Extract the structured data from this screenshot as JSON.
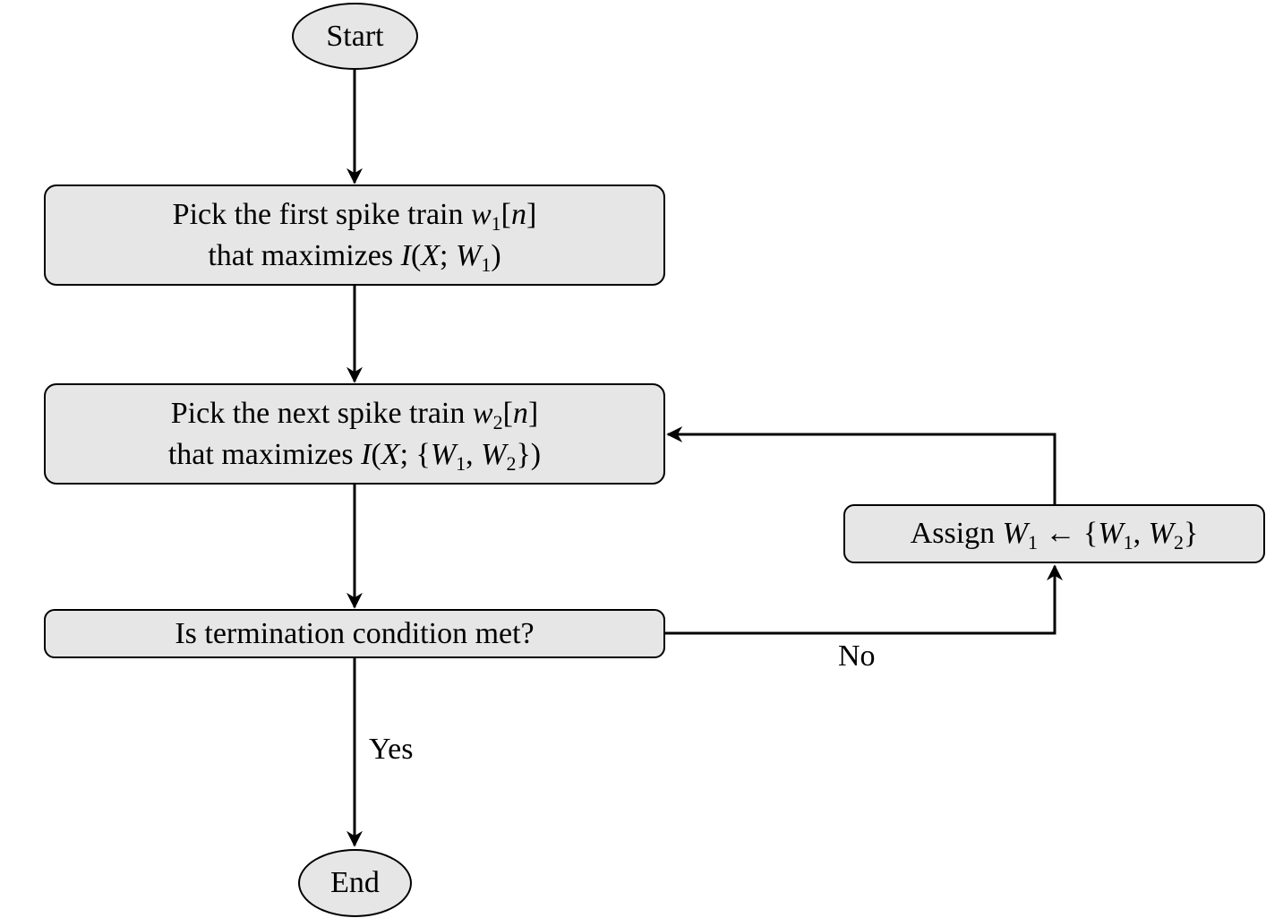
{
  "nodes": {
    "start": {
      "label": "Start"
    },
    "pick_first": {
      "line1_text": "Pick the first spike train",
      "line2_text": "that maximizes"
    },
    "pick_next": {
      "line1_text": "Pick the next spike train",
      "line2_text": "that maximizes"
    },
    "termination": {
      "label": "Is termination condition met?"
    },
    "assign": {
      "text": "Assign"
    },
    "end": {
      "label": "End"
    }
  },
  "edge_labels": {
    "no": "No",
    "yes": "Yes"
  },
  "colors": {
    "node_fill": "#e6e6e6",
    "stroke": "#000000"
  }
}
